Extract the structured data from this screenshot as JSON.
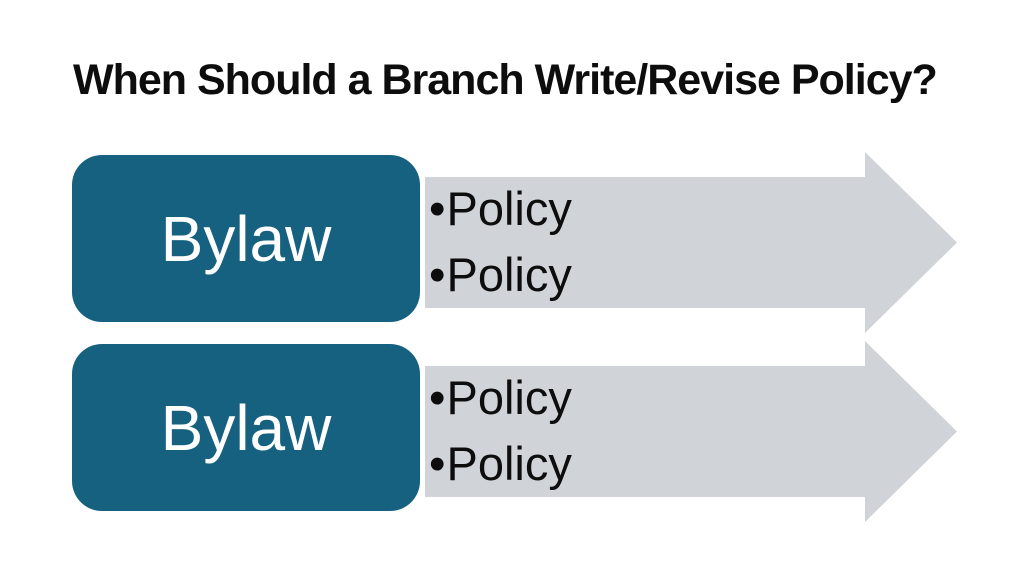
{
  "slide": {
    "title": "When Should a Branch Write/Revise Policy?",
    "rows": [
      {
        "box_label": "Bylaw",
        "bullets": [
          {
            "marker": "•",
            "text": "Policy"
          },
          {
            "marker": "•",
            "text": "Policy"
          }
        ]
      },
      {
        "box_label": "Bylaw",
        "bullets": [
          {
            "marker": "•",
            "text": "Policy"
          },
          {
            "marker": "•",
            "text": "Policy"
          }
        ]
      }
    ],
    "colors": {
      "box_fill": "#176180",
      "arrow_fill": "#d0d3d8",
      "title_color": "#0d0d0d",
      "bullet_text_color": "#0d0d0d",
      "background": "#ffffff"
    }
  }
}
